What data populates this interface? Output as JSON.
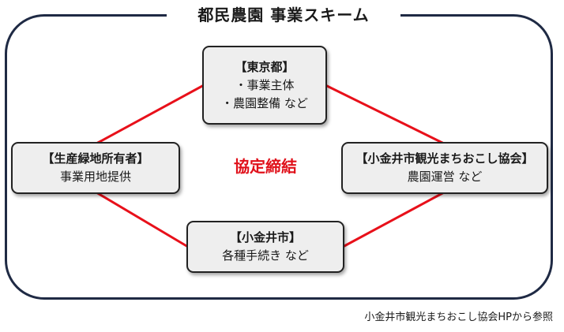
{
  "title": "都民農園 事業スキーム",
  "nodes": {
    "tokyo": {
      "heading": "【東京都】",
      "lines": [
        "・事業主体",
        "・農園整備 など"
      ]
    },
    "owner": {
      "heading": "【生産緑地所有者】",
      "lines": [
        "事業用地提供"
      ]
    },
    "kanko": {
      "heading": "【小金井市観光まちおこし協会】",
      "lines": [
        "農園運営 など"
      ]
    },
    "city": {
      "heading": "【小金井市】",
      "lines": [
        "各種手続き など"
      ]
    }
  },
  "center_label": "協定締結",
  "footnote": "小金井市観光まちおこし協会HPから参照",
  "colors": {
    "frame": "#1f2a44",
    "connector": "#e8101a",
    "center_label": "#e0101a",
    "node_fill": "#eeeeee",
    "node_border": "#222222"
  }
}
